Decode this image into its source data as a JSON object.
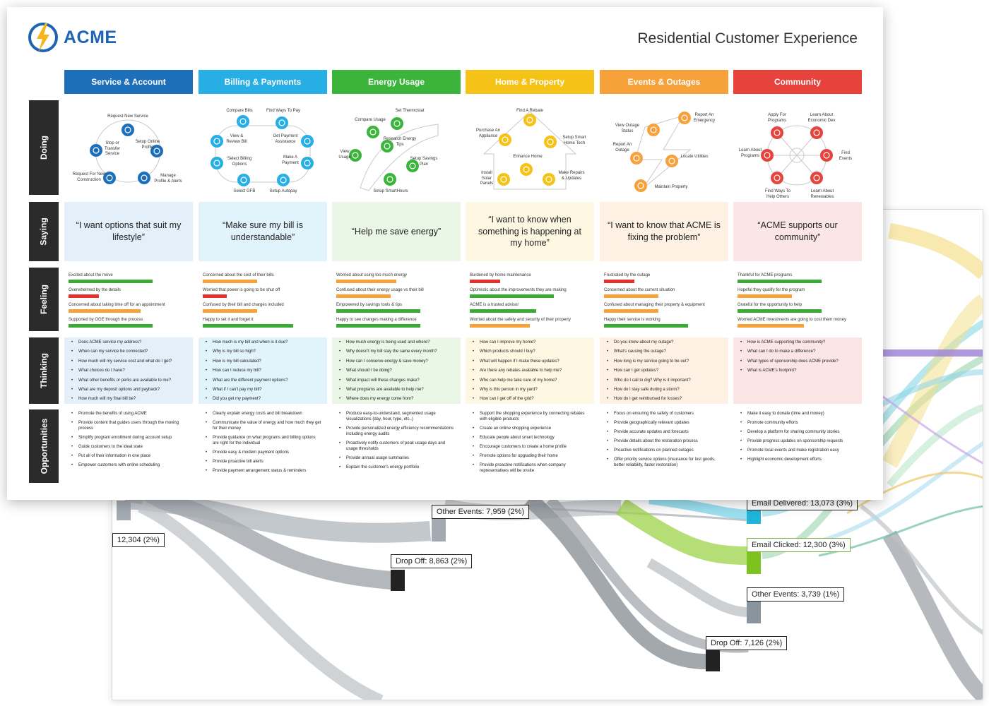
{
  "brand": {
    "name": "ACME",
    "blue": "#1e64b4",
    "yellow": "#f7b617"
  },
  "title": "Residential Customer Experience",
  "row_labels": {
    "doing": "Doing",
    "saying": "Saying",
    "feeling": "Feeling",
    "thinking": "Thinking",
    "opportunities": "Opportunities"
  },
  "feeling_colors": {
    "positive": "#3aaa35",
    "neutral": "#f7a13a",
    "negative": "#e5312b"
  },
  "columns": [
    {
      "header": "Service & Account",
      "color": "#1e6fba",
      "tint": "#e3f0fa",
      "doing": [
        "Request New Service",
        "Setup Online Profile",
        "Manage Profile & Alerts",
        "Request For New Construction",
        "Stop or Transfer Service"
      ],
      "saying": "“I want options that suit my lifestyle”",
      "feeling": [
        {
          "text": "Excited about the move",
          "level": 0.7,
          "mood": "positive"
        },
        {
          "text": "Overwhelmed by the details",
          "level": 0.25,
          "mood": "negative"
        },
        {
          "text": "Concerned about taking time off for an appointment",
          "level": 0.6,
          "mood": "neutral"
        },
        {
          "text": "Supported by OGE through the process",
          "level": 0.7,
          "mood": "positive"
        }
      ],
      "thinking": [
        "Does ACME service my address?",
        "When can my service be connected?",
        "How much will my service cost and what do I get?",
        "What choices do I have?",
        "What other benefits or perks are available to me?",
        "What are my deposit options and payback?",
        "How much will my final bill be?"
      ],
      "opportunities": [
        "Promote the benefits of using ACME",
        "Provide content that guides users through the moving process",
        "Simplify program enrollment during account setup",
        "Guide customers to the ideal state",
        "Put all of their information in one place",
        "Empower customers with online scheduling"
      ]
    },
    {
      "header": "Billing & Payments",
      "color": "#27aee4",
      "tint": "#e1f3fb",
      "doing": [
        "Compare Bills",
        "Find Ways To Pay",
        "Get Payment Assistance",
        "Make A Payment",
        "Setup Autopay",
        "Select GFB",
        "Select Billing Options",
        "View & Review Bill"
      ],
      "saying": "“Make sure my bill is understandable”",
      "feeling": [
        {
          "text": "Concerned about the cost of their bills",
          "level": 0.45,
          "mood": "neutral"
        },
        {
          "text": "Worried that power is going to be shut off",
          "level": 0.2,
          "mood": "negative"
        },
        {
          "text": "Confused by their bill and charges included",
          "level": 0.45,
          "mood": "neutral"
        },
        {
          "text": "Happy to set it and forget it",
          "level": 0.75,
          "mood": "positive"
        }
      ],
      "thinking": [
        "How much is my bill and when is it due?",
        "Why is my bill so high?",
        "How is my bill calculated?",
        "How can I reduce my bill?",
        "What are the different payment options?",
        "What if I can't pay my bill?",
        "Did you get my payment?"
      ],
      "opportunities": [
        "Clearly explain energy costs and bill breakdown",
        "Communicate the value of energy and how much they get for their money",
        "Provide guidance on what programs and billing options are right for the individual",
        "Provide easy & modern payment options",
        "Provide proactive bill alerts",
        "Provide payment arrangement status & reminders"
      ]
    },
    {
      "header": "Energy Usage",
      "color": "#3cb43c",
      "tint": "#eaf6e6",
      "doing": [
        "Set Thermostat",
        "Compare Usage",
        "Research Energy Tips",
        "View Usage",
        "Setup Savings Plan",
        "Setup SmartHours"
      ],
      "saying": "“Help me save energy”",
      "feeling": [
        {
          "text": "Worried about using too much energy",
          "level": 0.5,
          "mood": "neutral"
        },
        {
          "text": "Confused about their energy usage vs their bill",
          "level": 0.45,
          "mood": "neutral"
        },
        {
          "text": "Empowered by savings tools & tips",
          "level": 0.7,
          "mood": "positive"
        },
        {
          "text": "Happy to see changes making a difference",
          "level": 0.7,
          "mood": "positive"
        }
      ],
      "thinking": [
        "How much energy is being used and where?",
        "Why doesn't my bill stay the same every month?",
        "How can I conserve energy & save money?",
        "What should I be doing?",
        "What impact will these changes make?",
        "What programs are available to help me?",
        "Where does my energy come from?"
      ],
      "opportunities": [
        "Produce easy-to-understand, segmented usage visualizations (day, hour, type, etc..)",
        "Provide personalized energy efficiency recommendations including energy audits",
        "Proactively notify customers of peak usage days and usage thresholds",
        "Provide annual usage summaries",
        "Explain the customer's energy portfolio"
      ]
    },
    {
      "header": "Home & Property",
      "color": "#f5c218",
      "tint": "#fef8e3",
      "doing": [
        "Find A Rebate",
        "Purchase An Appliance",
        "Setup Smart Home Tech",
        "Enhance Home",
        "Install Solar Panels",
        "Make Repairs & Updates"
      ],
      "saying": "“I want to know when something is happening at my home”",
      "feeling": [
        {
          "text": "Burdened by home maintenance",
          "level": 0.25,
          "mood": "negative"
        },
        {
          "text": "Optimistic about the improvements they are making",
          "level": 0.7,
          "mood": "positive"
        },
        {
          "text": "ACME is a trusted advisor",
          "level": 0.55,
          "mood": "positive"
        },
        {
          "text": "Worried about the safety and security of their property",
          "level": 0.5,
          "mood": "neutral"
        }
      ],
      "thinking": [
        "How can I improve my home?",
        "Which products should I buy?",
        "What will happen if I make these updates?",
        "Are there any rebates available to help me?",
        "Who can help me take care of my home?",
        "Why is this person in my yard?",
        "How can I get off of the grid?"
      ],
      "opportunities": [
        "Support the shopping experience by connecting rebates with eligible products",
        "Create an online shopping experience",
        "Educate people about smart technology",
        "Encourage customers to create a home profile",
        "Promote options for upgrading their home",
        "Provide proactive notifications when company representatives will be onsite"
      ]
    },
    {
      "header": "Events & Outages",
      "color": "#f6a13a",
      "tint": "#fef1e4",
      "doing": [
        "View Outage Status",
        "Report An Emergency",
        "Report An Outage",
        "Locate Utilities",
        "Maintain Property"
      ],
      "saying": "“I want to know that ACME is fixing the problem”",
      "feeling": [
        {
          "text": "Frustrated by the outage",
          "level": 0.25,
          "mood": "negative"
        },
        {
          "text": "Concerned about the current situation",
          "level": 0.45,
          "mood": "neutral"
        },
        {
          "text": "Confused about managing their property & equipment",
          "level": 0.45,
          "mood": "neutral"
        },
        {
          "text": "Happy their service is working",
          "level": 0.7,
          "mood": "positive"
        }
      ],
      "thinking": [
        "Do you know about my outage?",
        "What's causing the outage?",
        "How long is my service going to be out?",
        "How can I get updates?",
        "Who do I call to dig? Why is it important?",
        "How do I stay safe during a storm?",
        "How do I get reimbursed for losses?"
      ],
      "opportunities": [
        "Focus on ensuring the safety of customers",
        "Provide geographically relevant updates",
        "Provide accurate updates and forecasts",
        "Provide details about the restoration process",
        "Proactive notifications on planned outages",
        "Offer priority service options (insurance for lost goods, better reliability, faster restoration)"
      ]
    },
    {
      "header": "Community",
      "color": "#e8423c",
      "tint": "#fce6e5",
      "doing": [
        "Apply For Programs",
        "Learn About Economic Dev",
        "Find Events",
        "Learn About Renewables",
        "Find Ways To Help Others",
        "Learn About Programs"
      ],
      "saying": "“ACME supports our community”",
      "feeling": [
        {
          "text": "Thankful for ACME programs",
          "level": 0.7,
          "mood": "positive"
        },
        {
          "text": "Hopeful they qualify for the program",
          "level": 0.45,
          "mood": "neutral"
        },
        {
          "text": "Grateful for the opportunity to help",
          "level": 0.7,
          "mood": "positive"
        },
        {
          "text": "Worried ACME investments are going to cost them money",
          "level": 0.55,
          "mood": "neutral"
        }
      ],
      "thinking": [
        "How is ACME supporting the community?",
        "What can I do to make a difference?",
        "What types of sponsorship does ACME provide?",
        "What is ACME's footprint?"
      ],
      "opportunities": [
        "Make it easy to donate (time and money)",
        "Promote community efforts",
        "Develop a platform for sharing community stories",
        "Provide progress updates on sponsorship requests",
        "Promote local events and make registration easy",
        "Highlight economic development efforts"
      ]
    }
  ],
  "sankey": {
    "labels": {
      "stub": "12,304 (2%)",
      "other_events_1": "Other Events: 7,959 (2%)",
      "drop_off_1": "Drop Off: 8,863 (2%)",
      "email_delivered": "Email Delivered: 13,073 (3%)",
      "email_clicked": "Email Clicked: 12,300 (3%)",
      "other_events_2": "Other Events: 3,739 (1%)",
      "drop_off_2": "Drop Off: 7,126 (2%)"
    },
    "node_colors": {
      "gray": "#a4aab2",
      "dark": "#222222",
      "cyan": "#20b4d8",
      "green": "#7dc21e",
      "slate": "#8a949e"
    }
  }
}
